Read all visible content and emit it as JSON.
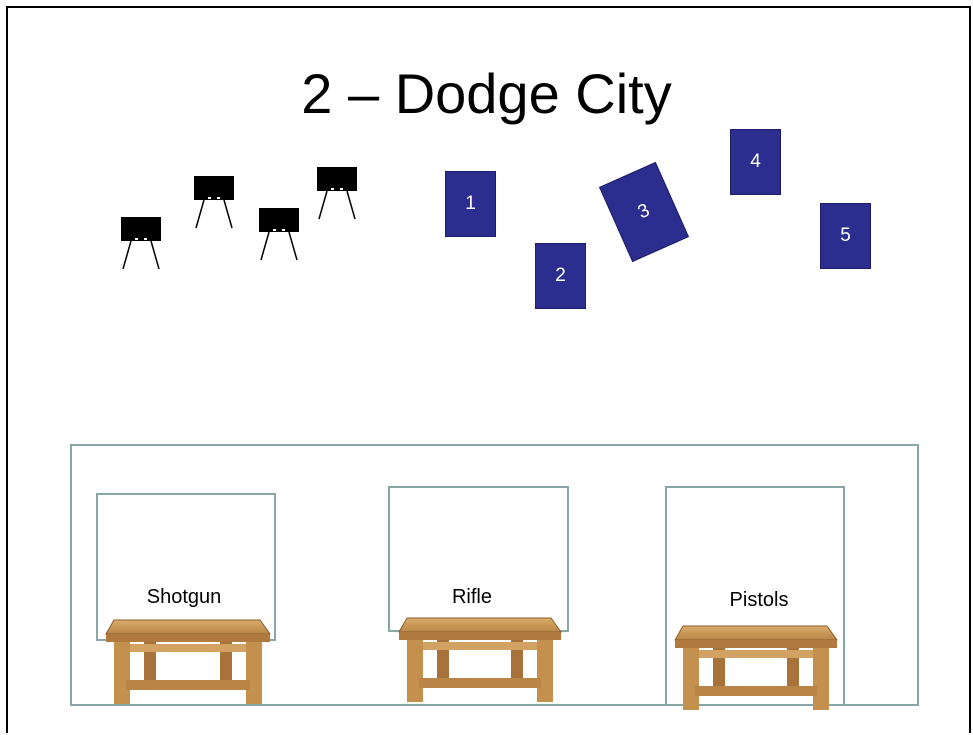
{
  "slide": {
    "title": "2 – Dodge City"
  },
  "targets": [
    {
      "label": "1"
    },
    {
      "label": "2"
    },
    {
      "label": "3"
    },
    {
      "label": "4"
    },
    {
      "label": "5"
    }
  ],
  "stations": [
    {
      "label": "Shotgun"
    },
    {
      "label": "Rifle"
    },
    {
      "label": "Pistols"
    }
  ],
  "colors": {
    "target_fill": "#2b2e8e",
    "box_border": "#8aa7a8",
    "table_wood": "#c99a5b"
  },
  "icons": [
    "shooter-stand-icon",
    "table-icon"
  ]
}
